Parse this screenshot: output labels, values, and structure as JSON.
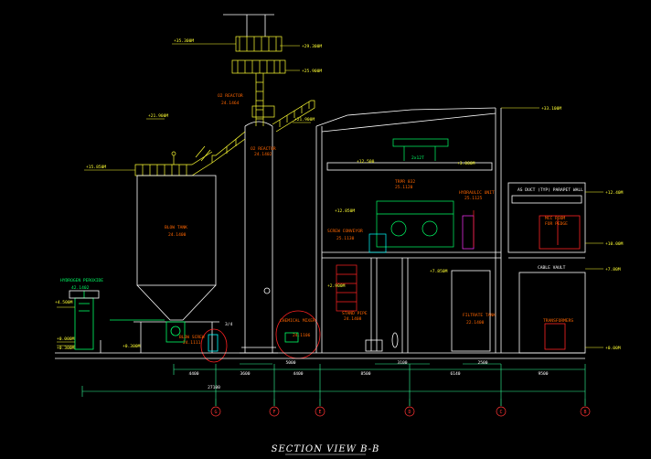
{
  "drawing": {
    "title": "SECTION VIEW B-B",
    "colors": {
      "background": "#000000",
      "structure": "#ffffff",
      "stair": "#ffff33",
      "equipment": "#00ff66",
      "dimension": "#33ff99",
      "grid_bubble": "#ff3333",
      "label": "#ff6600",
      "accent": "#ff2222",
      "cyan": "#00ffff",
      "magenta": "#ff33ff"
    },
    "elevations": {
      "e1": "+35.300M",
      "e2": "+29.300M",
      "e3": "+25.900M",
      "e4": "+21.900M",
      "e5": "+21.900M",
      "e6": "+15.850M",
      "e7": "+33.100M",
      "e8": "+12.500",
      "e9": "+12.850M",
      "e10": "+7.850M",
      "e11": "+4.500M",
      "e12": "+2.900M",
      "e13": "+0.000M",
      "e14": "+0.300M",
      "e15": "+0.300M",
      "e16": "+12.40M",
      "e17": "+10.00M",
      "e18": "+7.80M",
      "e19": "+0.00M",
      "e20": "+3.000M"
    },
    "equipment_labels": {
      "o2_reactor_1": "O2 REACTOR",
      "o2_reactor_1_tag": "24.1464",
      "o2_reactor_2": "O2 REACTOR",
      "o2_reactor_2_tag": "24.1402",
      "blow_tank": "BLOW TANK",
      "blow_tank_tag": "24.1400",
      "hydrogen_peroxide": "HYDROGEN PEROXIDE",
      "hydrogen_peroxide_tag": "42.1402",
      "blow_screw": "BLOW SCREW",
      "blow_screw_tag": "24.1111",
      "chemical_mixer": "CHEMICAL MIXER",
      "chemical_mixer_tag": "24.1106",
      "twin_roll": "TRPR 832",
      "twin_roll_tag": "25.1120",
      "hydraulic_unit": "HYDRAULIC UNIT",
      "hydraulic_unit_tag": "25.1125",
      "screw_conveyor": "SCREW CONVEYOR",
      "screw_conveyor_tag": "25.1130",
      "stand_pipe": "STAND PIPE",
      "stand_pipe_tag": "24.1408",
      "filtrate_tank": "FILTRATE TANK",
      "filtrate_tank_tag": "22.1400",
      "crane": "2x12T",
      "mcc_room": "MCC ROOM",
      "mcc_room_sub": "FOR PEDGE",
      "cable_vault": "CABLE VAULT",
      "transformers": "TRANSFORMERS",
      "parapet": "AS DUCT (TYP)  PARAPET WALL",
      "tag_3_4": "3/4"
    },
    "dimensions": {
      "d1": "4400",
      "d2": "3600",
      "d3": "4400",
      "d4": "5000",
      "d5": "8500",
      "d6": "6140",
      "d7": "9500",
      "d8": "3100",
      "d9": "2500",
      "d10": "27100"
    },
    "grid_bubbles": {
      "g1": "G",
      "g2": "F",
      "g3": "E",
      "g4": "D",
      "g5": "C",
      "g6": "B"
    }
  }
}
